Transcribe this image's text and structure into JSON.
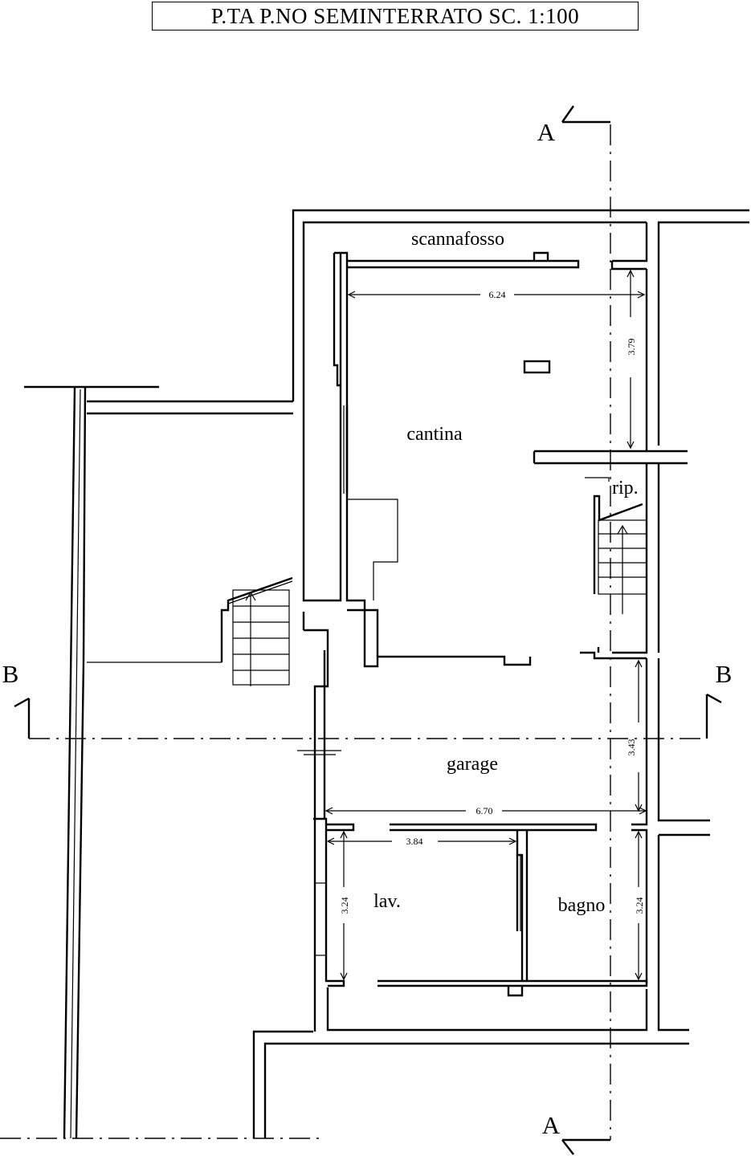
{
  "title": "P.TA P.NO SEMINTERRATO SC. 1:100",
  "rooms": {
    "scannafosso": "scannafosso",
    "cantina": "cantina",
    "rip": "rip.",
    "garage": "garage",
    "lav": "lav.",
    "bagno": "bagno"
  },
  "dimensions": {
    "cantina_width": "6.24",
    "cantina_depth": "3.79",
    "garage_depth": "3.43",
    "garage_width": "6.70",
    "lav_width": "3.84",
    "lav_depth": "3.24",
    "bagno_depth": "3.24"
  },
  "section_markers": {
    "a_top": "A",
    "a_bottom": "A",
    "b_left": "B",
    "b_right": "B"
  }
}
